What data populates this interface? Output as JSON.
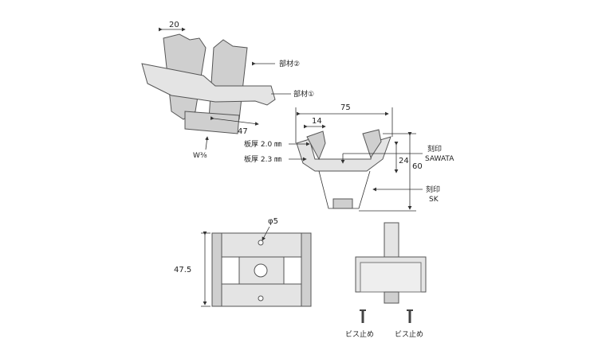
{
  "perspective_view": {
    "dim_width": "20",
    "part2_label": "部材②",
    "part1_label": "部材①",
    "dim_depth": "47",
    "bolt_label": "W⅜"
  },
  "front_view": {
    "dim_overall_width": "75",
    "dim_inner": "14",
    "thickness_1": "板厚 2.0 ㎜",
    "thickness_2": "板厚 2.3 ㎜",
    "stamp_1_line1": "刻印",
    "stamp_1_line2": "SAWATA",
    "dim_depth_inner": "24",
    "dim_height": "60",
    "stamp_2_line1": "刻印",
    "stamp_2_line2": "SK"
  },
  "plan_view": {
    "hole_label": "φ5",
    "dim_height": "47.5"
  },
  "side_view": {
    "screw_label_left": "ビス止め",
    "screw_label_right": "ビス止め"
  }
}
